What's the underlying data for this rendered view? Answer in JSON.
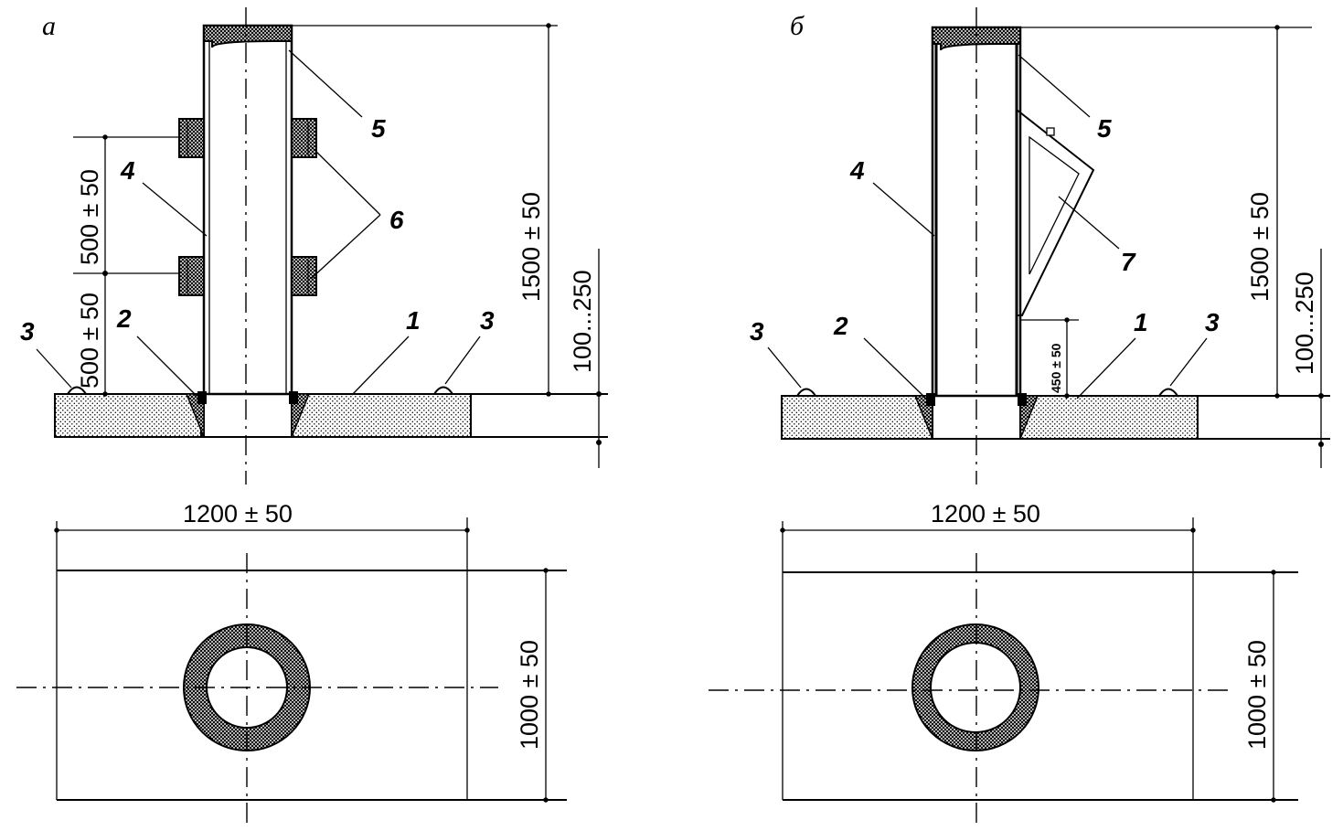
{
  "panels": {
    "a": {
      "letter": "а",
      "callouts": {
        "c1": "1",
        "c2": "2",
        "c3a": "3",
        "c3b": "3",
        "c4": "4",
        "c5": "5",
        "c6": "6"
      },
      "dims": {
        "height": "1500 ± 50",
        "step_upper": "500 ± 50",
        "step_lower": "500 ± 50",
        "depth": "100...250",
        "width": "1200 ± 50",
        "length": "1000 ± 50"
      }
    },
    "b": {
      "letter": "б",
      "callouts": {
        "c1": "1",
        "c2": "2",
        "c3a": "3",
        "c3b": "3",
        "c4": "4",
        "c5": "5",
        "c7": "7"
      },
      "dims": {
        "height": "1500 ± 50",
        "door": "450 ± 50",
        "depth": "100...250",
        "width": "1200 ± 50",
        "length": "1000 ± 50"
      }
    }
  }
}
